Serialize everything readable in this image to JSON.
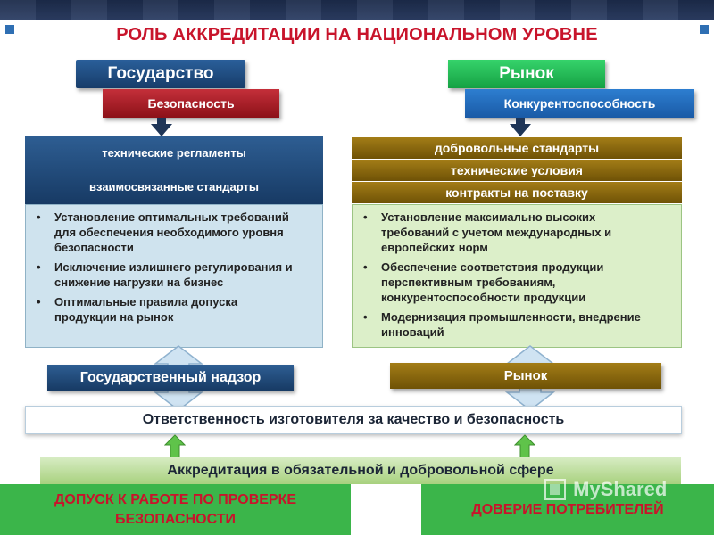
{
  "title": "РОЛЬ АККРЕДИТАЦИИ НА НАЦИОНАЛЬНОМ УРОВНЕ",
  "left": {
    "head": "Государство",
    "sub": "Безопасность",
    "box_line1": "технические  регламенты",
    "box_line2": "взаимосвязанные  стандарты",
    "bullets": [
      "Установление оптимальных требований для обеспечения необходимого уровня безопасности",
      "Исключение излишнего регулирования и снижение нагрузки на бизнес",
      "Оптимальные правила допуска продукции на рынок"
    ],
    "bottom_box": "Государственный надзор"
  },
  "right": {
    "head": "Рынок",
    "sub": "Конкурентоспособность",
    "stack": [
      "добровольные стандарты",
      "технические условия",
      "контракты на поставку"
    ],
    "bullets": [
      "Установление максимально высоких требований с учетом международных и европейских норм",
      "Обеспечение соответствия продукции перспективным требованиям, конкурентоспособности продукции",
      "Модернизация промышленности, внедрение инноваций"
    ],
    "bottom_box": "Рынок"
  },
  "responsibility": "Ответственность изготовителя за качество и безопасность",
  "accreditation": "Аккредитация в обязательной и добровольной сфере",
  "bottom_left": "ДОПУСК К РАБОТЕ ПО ПРОВЕРКЕ БЕЗОПАСНОСТИ",
  "bottom_right": "ДОВЕРИЕ ПОТРЕБИТЕЛЕЙ",
  "watermark": "MyShared",
  "colors": {
    "title_red": "#c8142b",
    "navy": "#1f4a7c",
    "crimson": "#a81c26",
    "green": "#2bc35a",
    "blue": "#2a6fc0",
    "gold": "#8a6a10",
    "light_blue_panel": "#cfe3ee",
    "light_green_panel": "#dcefc9",
    "bottom_green": "#3bb54a"
  }
}
